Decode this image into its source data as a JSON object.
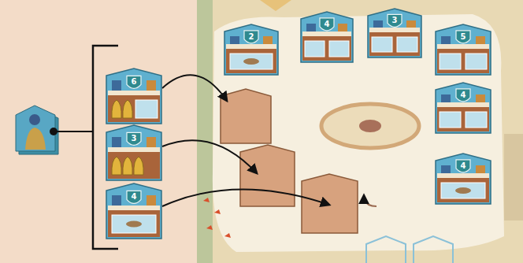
{
  "diagram": {
    "nodes": [
      {
        "text": [
          "6"
        ]
      },
      {
        "text": [
          "3"
        ]
      },
      {
        "text": [
          "4"
        ]
      },
      {
        "text": [
          "2"
        ]
      },
      {
        "text": [
          "4"
        ]
      },
      {
        "text": [
          "3"
        ]
      },
      {
        "text": [
          "5"
        ]
      },
      {
        "text": [
          "4"
        ]
      },
      {
        "text": [
          "4"
        ]
      }
    ]
  }
}
